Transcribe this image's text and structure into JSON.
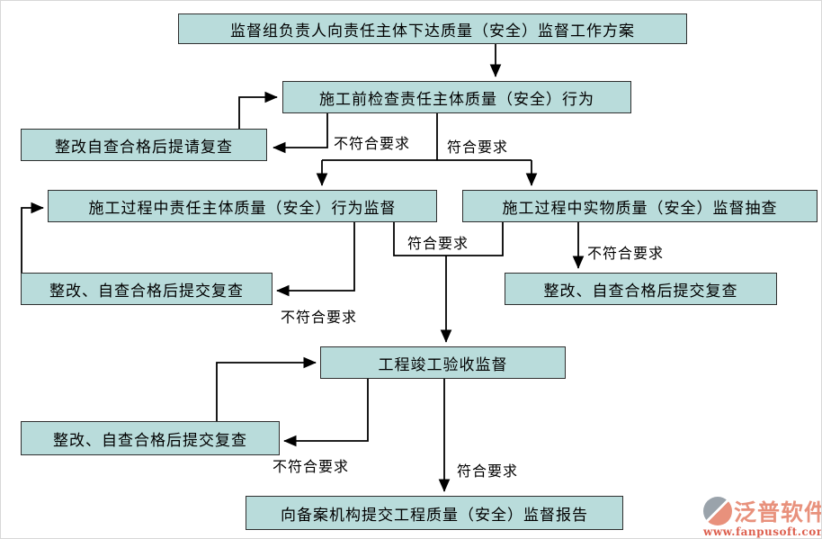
{
  "diagram": {
    "nodes": [
      {
        "id": "issue-plan",
        "label": "监督组负责人向责任主体下达质量（安全）监督工作方案"
      },
      {
        "id": "pre-check",
        "label": "施工前检查责任主体质量（安全）行为"
      },
      {
        "id": "rectify-request",
        "label": "整改自查合格后提请复查"
      },
      {
        "id": "behavior-supervision",
        "label": "施工过程中责任主体质量（安全）行为监督"
      },
      {
        "id": "physical-spot-check",
        "label": "施工过程中实物质量（安全）监督抽查"
      },
      {
        "id": "rectify-left",
        "label": "整改、自查合格后提交复查"
      },
      {
        "id": "rectify-right",
        "label": "整改、自查合格后提交复查"
      },
      {
        "id": "completion-acceptance",
        "label": "工程竣工验收监督"
      },
      {
        "id": "rectify-bottom",
        "label": "整改、自查合格后提交复查"
      },
      {
        "id": "submit-report",
        "label": "向备案机构提交工程质量（安全）监督报告"
      }
    ],
    "edge_labels": [
      {
        "id": "precheck-fail",
        "text": "不符合要求"
      },
      {
        "id": "precheck-pass",
        "text": "符合要求"
      },
      {
        "id": "process-pass",
        "text": "符合要求"
      },
      {
        "id": "spotcheck-fail",
        "text": "不符合要求"
      },
      {
        "id": "behavior-fail",
        "text": "不符合要求"
      },
      {
        "id": "acceptance-fail",
        "text": "不符合要求"
      },
      {
        "id": "acceptance-pass",
        "text": "符合要求"
      }
    ]
  },
  "watermark": {
    "brand": "泛普软件",
    "url": "www.fanpusoft.com"
  },
  "colors": {
    "node_fill": "#b9dcdb",
    "node_border": "#2f2f2f",
    "connector": "#000000",
    "brand_text": "#e8917c",
    "url_text": "#dd5f4e",
    "logo_gray": "#9aa3ab"
  }
}
